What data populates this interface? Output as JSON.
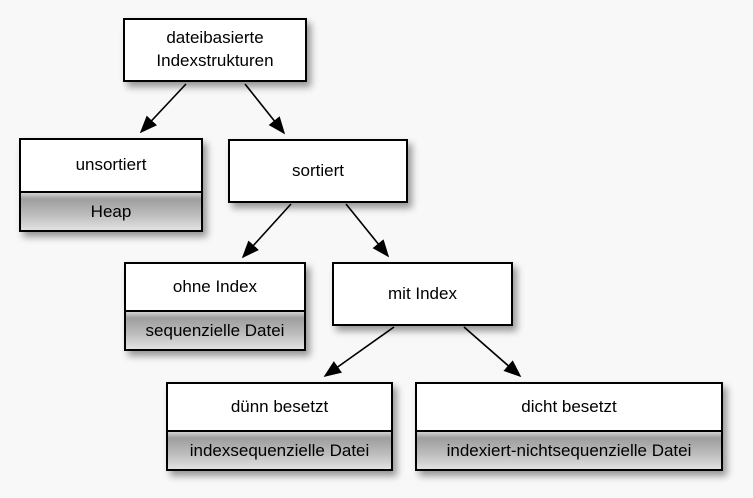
{
  "diagram": {
    "type": "tree",
    "language": "de",
    "background_color": "#f8f8f8",
    "node_fill": "#ffffff",
    "node_border_color": "#000000",
    "sub_section_gradient": [
      "#d2d2d2",
      "#9e9e9e",
      "#e2e2e2"
    ],
    "edge_color": "#000000"
  },
  "nodes": {
    "root": {
      "label": "dateibasierte Indexstrukturen"
    },
    "unsortiert": {
      "label": "unsortiert",
      "sublabel": "Heap"
    },
    "sortiert": {
      "label": "sortiert"
    },
    "ohne_index": {
      "label": "ohne Index",
      "sublabel": "sequenzielle Datei"
    },
    "mit_index": {
      "label": "mit Index"
    },
    "duenn_besetzt": {
      "label": "dünn besetzt",
      "sublabel": "indexsequenzielle Datei"
    },
    "dicht_besetzt": {
      "label": "dicht besetzt",
      "sublabel": "indexiert-nichtsequenzielle Datei"
    }
  },
  "edges": [
    {
      "from": "root",
      "to": "unsortiert"
    },
    {
      "from": "root",
      "to": "sortiert"
    },
    {
      "from": "sortiert",
      "to": "ohne_index"
    },
    {
      "from": "sortiert",
      "to": "mit_index"
    },
    {
      "from": "mit_index",
      "to": "duenn_besetzt"
    },
    {
      "from": "mit_index",
      "to": "dicht_besetzt"
    }
  ]
}
